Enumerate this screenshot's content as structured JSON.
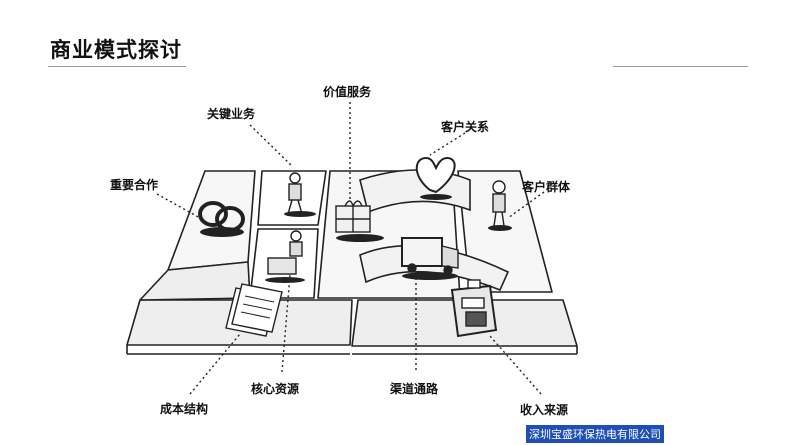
{
  "header": {
    "title": "商业模式探讨"
  },
  "labels": {
    "value_propositions": "价值服务",
    "key_activities": "关键业务",
    "customer_relationships": "客户关系",
    "key_partners": "重要合作",
    "customer_segments": "客户群体",
    "cost_structure": "成本结构",
    "key_resources": "核心资源",
    "channels": "渠道通路",
    "revenue_streams": "收入来源"
  },
  "footer": {
    "text": "深圳宝盛环保热电有限公司"
  }
}
